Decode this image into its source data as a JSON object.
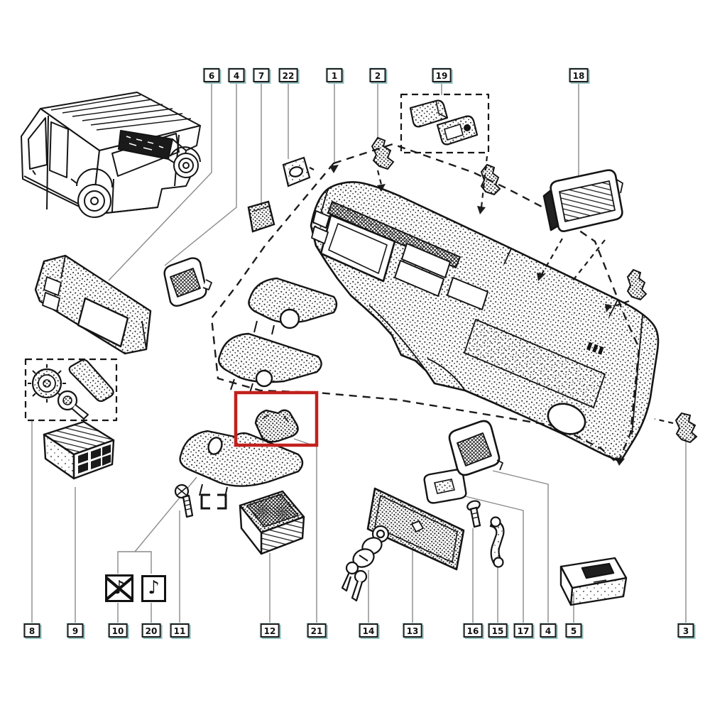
{
  "callouts": {
    "top": [
      "6",
      "4",
      "7",
      "22",
      "1",
      "2",
      "19",
      "18"
    ],
    "bottom": [
      "8",
      "9",
      "10",
      "20",
      "11",
      "12",
      "21",
      "14",
      "13",
      "16",
      "15",
      "17",
      "4",
      "5",
      "3"
    ]
  },
  "legend_icons": {
    "without_radio": {
      "glyph": "♪",
      "crossed": true
    },
    "with_radio": {
      "glyph": "♪",
      "crossed": false
    }
  },
  "highlight": {
    "color": "#c2201d",
    "linked_callout": "21"
  },
  "artwork": {
    "van": "van-rear-three-quarter-line-art",
    "dashboard": "dashboard-exploded-view"
  },
  "colors": {
    "ink": "#141414",
    "leader_line": "#8a8a8a",
    "background": "#ffffff",
    "callout_border": "#1c1c1c",
    "callout_shadow": "#96c2c2"
  }
}
